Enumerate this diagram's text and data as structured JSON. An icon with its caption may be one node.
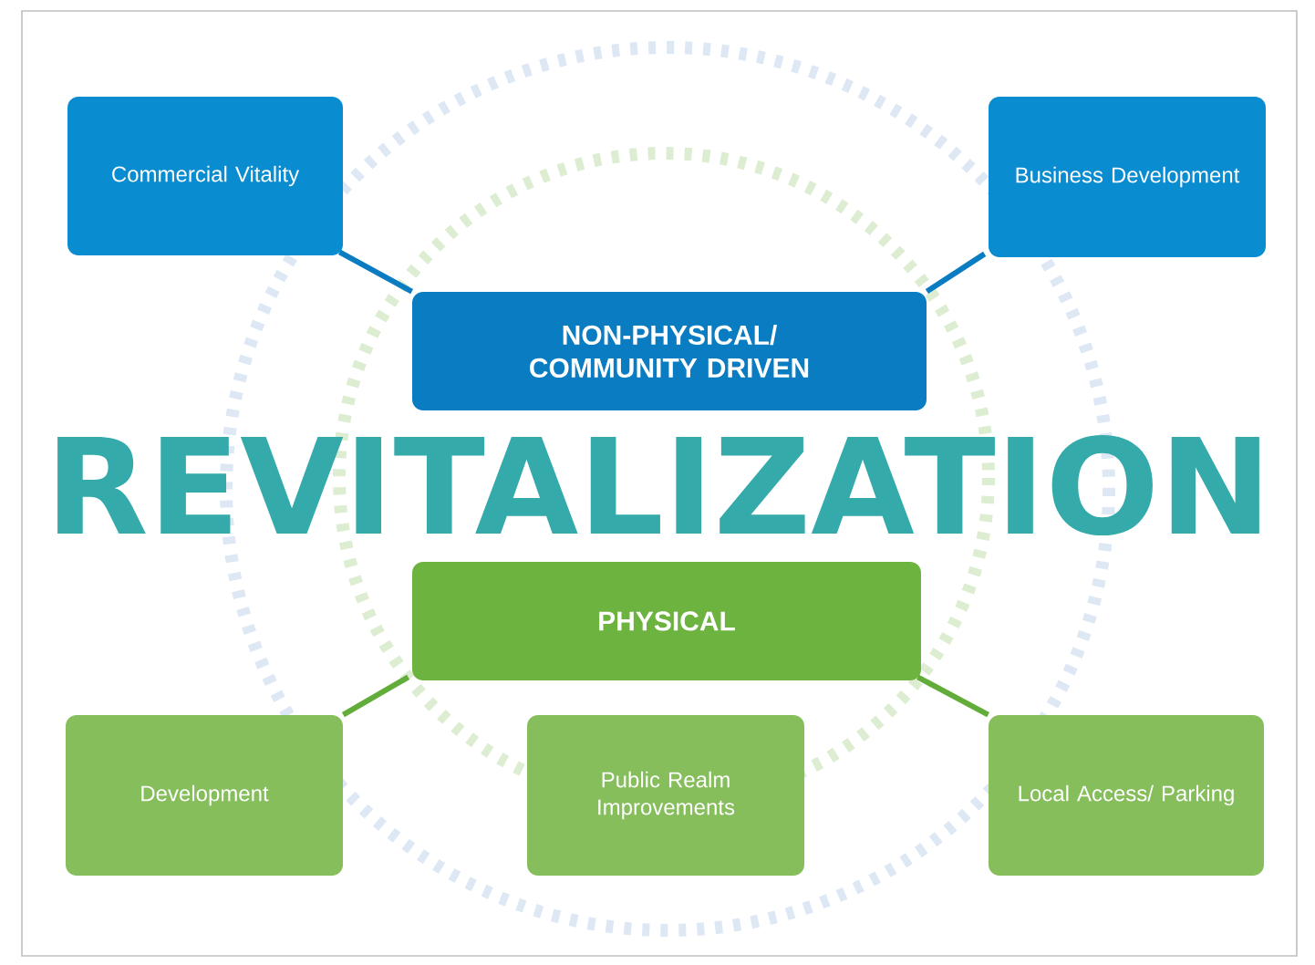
{
  "diagram": {
    "title": "REVITALIZATION",
    "nodes": [
      {
        "text": [
          "Commercial Vitality"
        ]
      },
      {
        "text": [
          "Business Development"
        ]
      },
      {
        "text": [
          "NON-PHYSICAL/ COMMUNITY DRIVEN"
        ]
      },
      {
        "text": [
          "PHYSICAL"
        ]
      },
      {
        "text": [
          "Development"
        ]
      },
      {
        "text": [
          "Public Realm Improvements"
        ]
      },
      {
        "text": [
          "Local Access/ Parking"
        ]
      }
    ],
    "edges": [
      {
        "from": 0,
        "to": 2,
        "arrow": "none",
        "color": "#0a7cc2"
      },
      {
        "from": 1,
        "to": 2,
        "arrow": "none",
        "color": "#0a7cc2"
      },
      {
        "from": 3,
        "to": 4,
        "arrow": "none",
        "color": "#62ad3a"
      },
      {
        "from": 3,
        "to": 6,
        "arrow": "none",
        "color": "#62ad3a"
      }
    ]
  }
}
